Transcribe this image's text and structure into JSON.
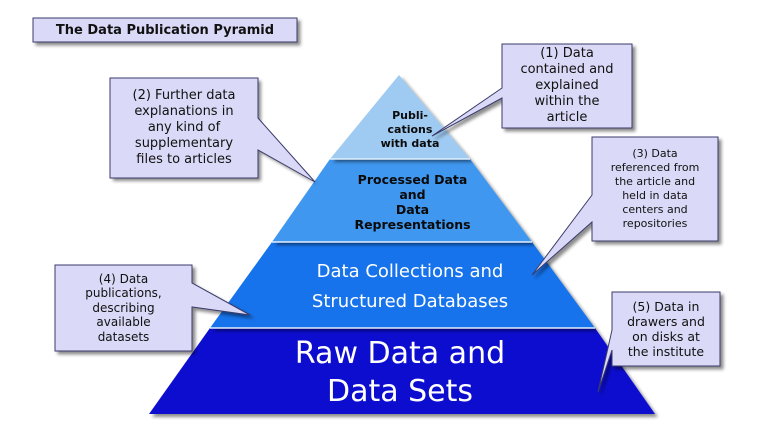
{
  "title": "The Data Publication Pyramid",
  "tiers": {
    "t1": [
      "Publi-",
      "cations",
      "with data"
    ],
    "t2": [
      "Processed Data",
      "and",
      "Data",
      "Representations"
    ],
    "t3": [
      "Data Collections and",
      "Structured Databases"
    ],
    "t4": [
      "Raw Data and",
      "Data Sets"
    ]
  },
  "callouts": {
    "c1": [
      "(1) Data",
      "contained and",
      "explained",
      "within the",
      "article"
    ],
    "c2": [
      "(2) Further data",
      "explanations in",
      "any kind of",
      "supplementary",
      "files to articles"
    ],
    "c3": [
      "(3) Data",
      "referenced from",
      "the article and",
      "held in data",
      "centers and",
      "repositories"
    ],
    "c4": [
      "(4) Data",
      "publications,",
      "describing",
      "available",
      "datasets"
    ],
    "c5": [
      "(5) Data in",
      "drawers and",
      "on disks at",
      "the institute"
    ]
  },
  "colors": {
    "tier1": "#9fcbf2",
    "tier2": "#3f97ef",
    "tier3": "#1573eb",
    "tier4": "#0b10d0",
    "callout": "#dadaf8",
    "outline": "#3a3a6a"
  }
}
